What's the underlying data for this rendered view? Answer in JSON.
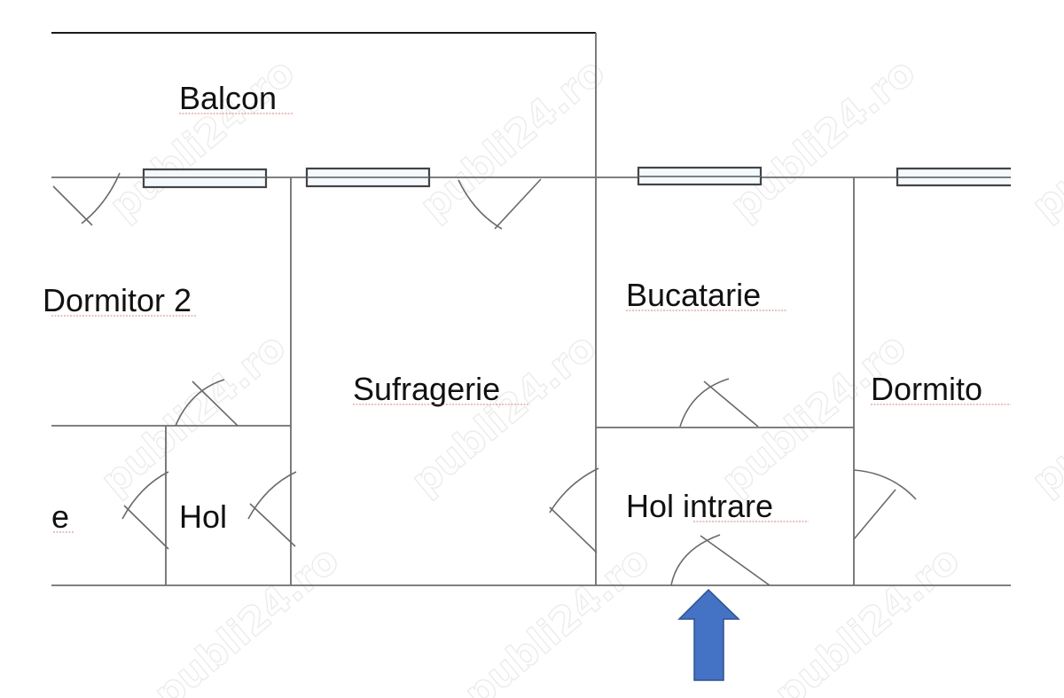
{
  "floor_plan": {
    "rooms": [
      {
        "id": "balcon",
        "label": "Balcon"
      },
      {
        "id": "dormitor-2",
        "label": "Dormitor 2"
      },
      {
        "id": "sufragerie",
        "label": "Sufragerie"
      },
      {
        "id": "bucatarie",
        "label": "Bucatarie"
      },
      {
        "id": "dormitor",
        "label": "Dormito"
      },
      {
        "id": "hol-intrare",
        "label": "Hol intrare"
      },
      {
        "id": "hol",
        "label": "Hol"
      },
      {
        "id": "partial-room",
        "label": "e"
      }
    ],
    "entrance_arrow": {
      "color": "#4472c4",
      "direction": "up"
    },
    "watermark": "publi24.ro"
  }
}
